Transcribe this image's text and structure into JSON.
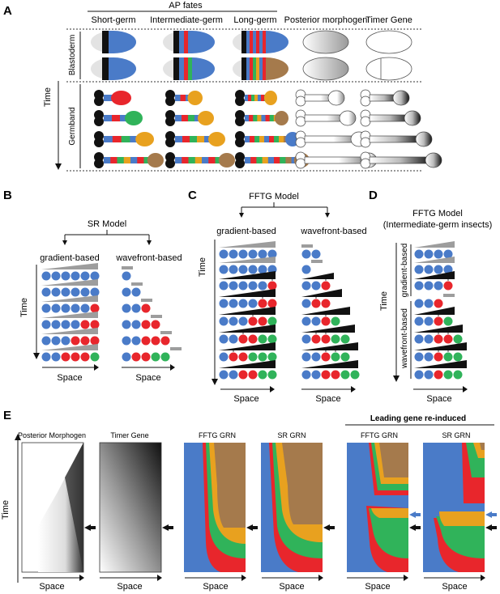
{
  "colors": {
    "blue": "#4a7bc8",
    "red": "#e8262c",
    "green": "#30b35a",
    "orange": "#e8a11f",
    "brown": "#a57a4c",
    "gray": "#9d9d9d",
    "black": "#111111"
  },
  "panelA": {
    "letter": "A",
    "ap_fates": "AP fates",
    "columns": [
      "Short-germ",
      "Intermediate-germ",
      "Long-germ",
      "Posterior morphogen",
      "Timer Gene"
    ],
    "row_time": "Time",
    "row_blastoderm": "Blastoderm",
    "row_germband": "Germband"
  },
  "panelB": {
    "letter": "B",
    "title": "SR Model",
    "left": "gradient-based",
    "right": "wavefront-based",
    "time": "Time",
    "space": "Space"
  },
  "panelC": {
    "letter": "C",
    "title": "FFTG Model",
    "left": "gradient-based",
    "right": "wavefront-based",
    "time": "Time",
    "space": "Space"
  },
  "panelD": {
    "letter": "D",
    "title_line1": "FFTG Model",
    "title_line2": "(Intermediate-germ insects)",
    "upper": "gradient-based",
    "lower": "wavefront-based",
    "time": "Time",
    "space": "Space"
  },
  "panelE": {
    "letter": "E",
    "header": "Leading gene re-induced",
    "plots": [
      "Posterior Morphogen",
      "Timer Gene",
      "FFTG GRN",
      "SR GRN",
      "FFTG GRN",
      "SR GRN"
    ],
    "time": "Time",
    "space": "Space"
  }
}
